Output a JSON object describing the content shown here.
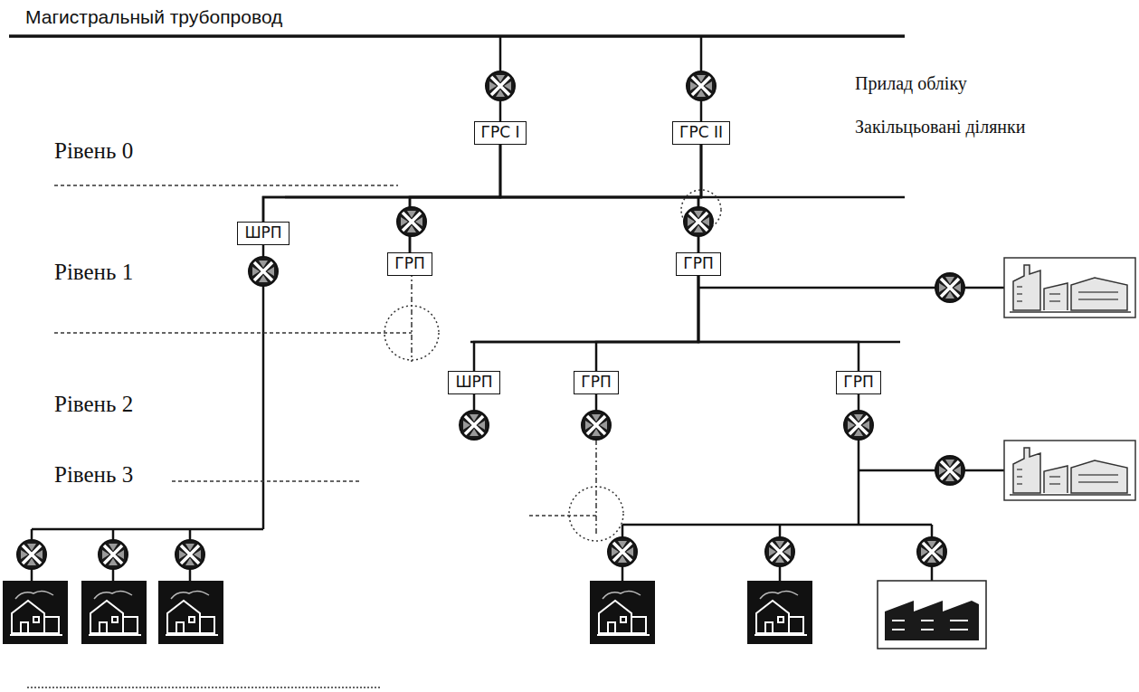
{
  "diagram": {
    "nodes": [
      {
        "text": [
          "ГРС I"
        ]
      },
      {
        "text": [
          "ГРС II"
        ]
      },
      {
        "text": [
          "ШРП"
        ]
      },
      {
        "text": [
          "ГРП"
        ]
      },
      {
        "text": [
          "ГРП"
        ]
      },
      {
        "text": [
          "ШРП"
        ]
      },
      {
        "text": [
          "ГРП"
        ]
      },
      {
        "text": [
          "ГРП"
        ]
      }
    ],
    "edges": [
      {
        "from": 0,
        "to": 2,
        "arrow": "none"
      },
      {
        "from": 0,
        "to": 3,
        "arrow": "none"
      },
      {
        "from": 0,
        "to": 4,
        "arrow": "none"
      },
      {
        "from": 1,
        "to": 2,
        "arrow": "none"
      },
      {
        "from": 1,
        "to": 3,
        "arrow": "none"
      },
      {
        "from": 1,
        "to": 4,
        "arrow": "none"
      },
      {
        "from": 4,
        "to": 5,
        "arrow": "none"
      },
      {
        "from": 4,
        "to": 6,
        "arrow": "none"
      },
      {
        "from": 4,
        "to": 7,
        "arrow": "none"
      }
    ],
    "labels": [
      "Магистральный трубопровод",
      "Прилад обліку",
      "Рівень 0",
      "Закільцьовані ділянки",
      "Рівень 1",
      "Рівень 2",
      "Рівень 3"
    ]
  }
}
